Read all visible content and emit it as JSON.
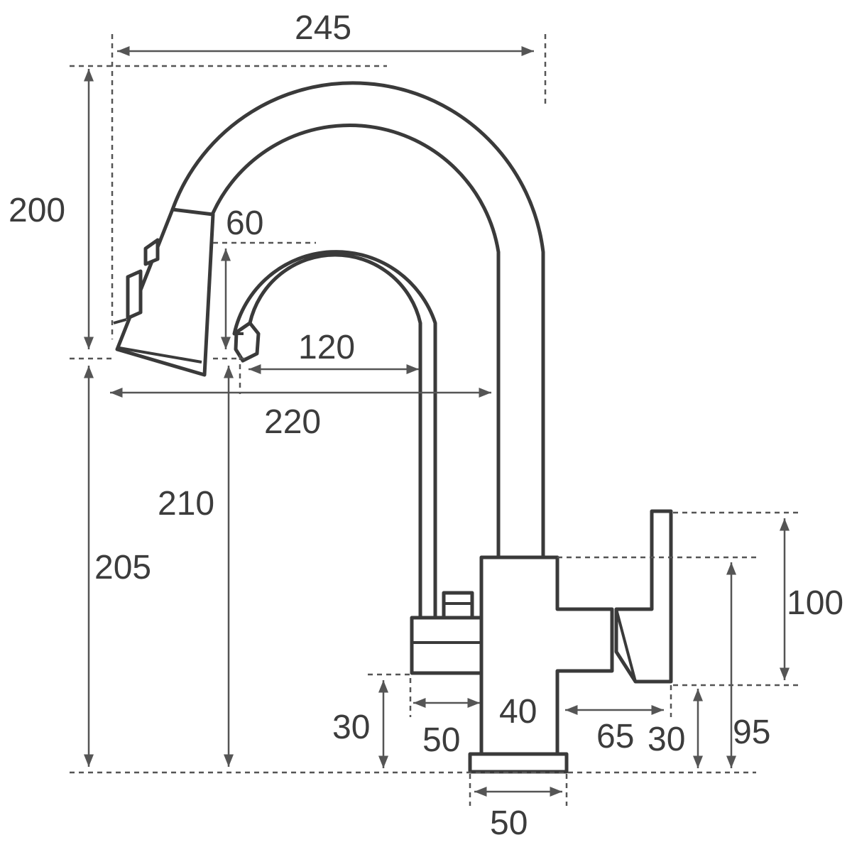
{
  "diagram": {
    "dimensions": {
      "overall_width": "245",
      "spout_height": "200",
      "sprayer_head": "60",
      "small_spout_reach": "120",
      "main_spout_reach": "220",
      "small_spout_height": "210",
      "main_spout_height": "205",
      "handle_height": "100",
      "body_height": "95",
      "side_valve_height": "30",
      "handle_base_height": "30",
      "side_valve_length": "50",
      "body_width": "40",
      "handle_reach": "65",
      "base_width": "50"
    }
  }
}
